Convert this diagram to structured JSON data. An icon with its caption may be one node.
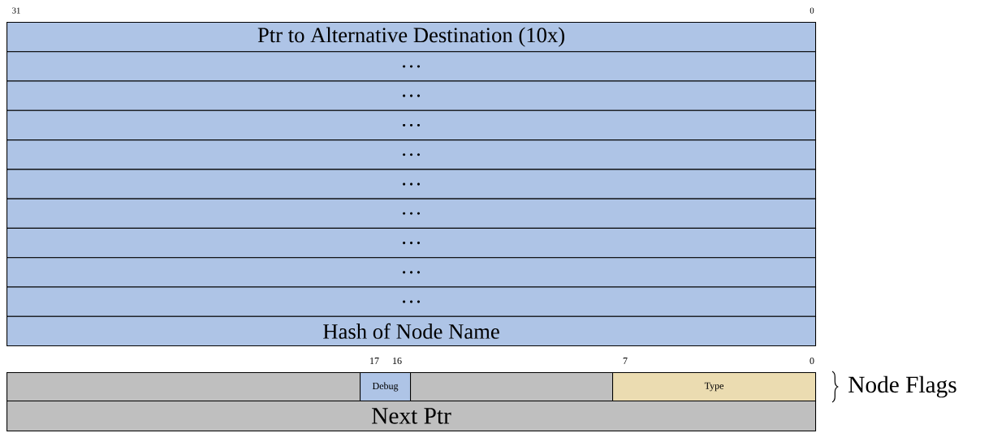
{
  "diagram": {
    "nodes": [
      {
        "text": [
          "Ptr to Alternative Destination (10x)"
        ]
      },
      {
        "text": [
          "…"
        ]
      },
      {
        "text": [
          "…"
        ]
      },
      {
        "text": [
          "…"
        ]
      },
      {
        "text": [
          "…"
        ]
      },
      {
        "text": [
          "…"
        ]
      },
      {
        "text": [
          "…"
        ]
      },
      {
        "text": [
          "…"
        ]
      },
      {
        "text": [
          "…"
        ]
      },
      {
        "text": [
          "…"
        ]
      },
      {
        "text": [
          "Hash of Node Name"
        ]
      },
      {
        "text": [],
        "shape": "box"
      },
      {
        "text": [
          "Debug"
        ]
      },
      {
        "text": [],
        "shape": "box"
      },
      {
        "text": [
          "Type"
        ]
      },
      {
        "text": [
          "Next Ptr"
        ]
      }
    ],
    "labels": [
      "31",
      "0",
      "17",
      "16",
      "7",
      "0",
      "Node Flags"
    ]
  }
}
